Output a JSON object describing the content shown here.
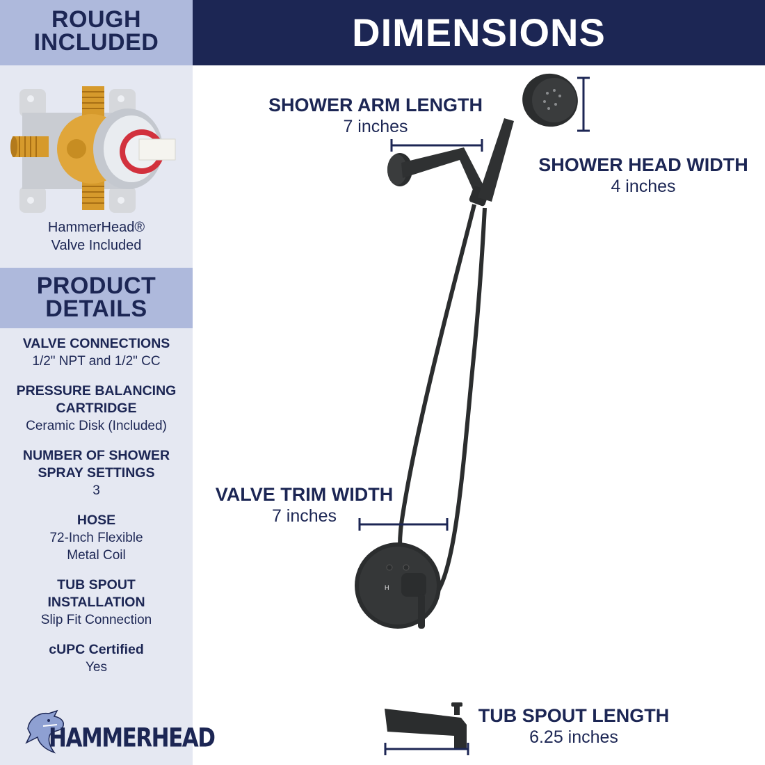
{
  "sidebar": {
    "rough_header": [
      "ROUGH",
      "INCLUDED"
    ],
    "valve_caption": [
      "HammerHead®",
      "Valve Included"
    ],
    "details_header": [
      "PRODUCT",
      "DETAILS"
    ],
    "details": [
      {
        "label": [
          "VALVE CONNECTIONS"
        ],
        "value": [
          "1/2\" NPT and 1/2\" CC"
        ]
      },
      {
        "label": [
          "PRESSURE BALANCING",
          "CARTRIDGE"
        ],
        "value": [
          "Ceramic Disk (Included)"
        ]
      },
      {
        "label": [
          "NUMBER OF SHOWER",
          "SPRAY SETTINGS"
        ],
        "value": [
          "3"
        ]
      },
      {
        "label": [
          "HOSE"
        ],
        "value": [
          "72-Inch Flexible",
          "Metal Coil"
        ]
      },
      {
        "label": [
          "TUB SPOUT",
          "INSTALLATION"
        ],
        "value": [
          "Slip Fit Connection"
        ]
      },
      {
        "label": [
          "cUPC Certified"
        ],
        "value": [
          "Yes"
        ]
      }
    ],
    "logo_text": "HAMMERHEAD"
  },
  "main": {
    "title": "DIMENSIONS",
    "dimensions": {
      "shower_arm": {
        "label": "SHOWER ARM LENGTH",
        "value": "7 inches"
      },
      "shower_head": {
        "label": "SHOWER HEAD WIDTH",
        "value": "4 inches"
      },
      "valve_trim": {
        "label": "VALVE TRIM WIDTH",
        "value": "7 inches"
      },
      "tub_spout": {
        "label": "TUB SPOUT LENGTH",
        "value": "6.25 inches"
      }
    }
  },
  "colors": {
    "navy": "#1c2654",
    "header_blue": "#aeb9dc",
    "sidebar_bg": "#e5e8f2",
    "fixture_black": "#2b2d2e"
  }
}
